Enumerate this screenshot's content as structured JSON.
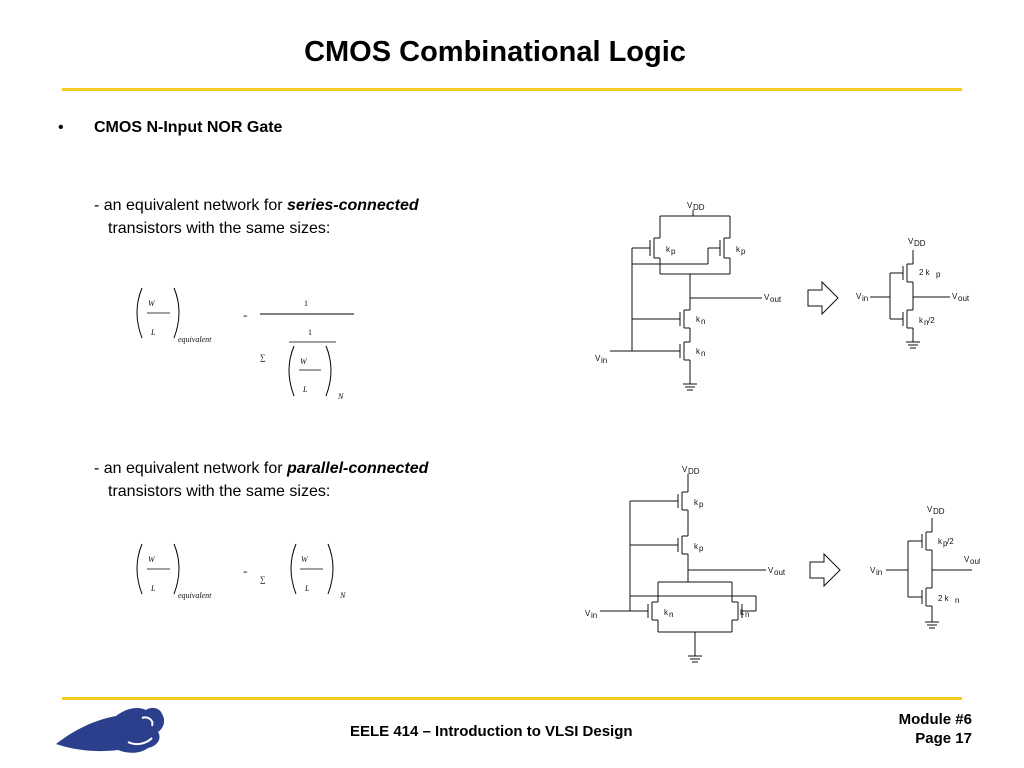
{
  "slide": {
    "title": "CMOS Combinational Logic",
    "bullet_symbol": "•",
    "heading": "CMOS N-Input NOR Gate"
  },
  "series": {
    "prefix": "- an equivalent network for ",
    "emphasis": "series-connected",
    "line2": "transistors with the same sizes:"
  },
  "parallel": {
    "prefix": "- an equivalent network for ",
    "emphasis": "parallel-connected",
    "line2": "transistors with the same sizes:"
  },
  "formula": {
    "W": "W",
    "L": "L",
    "one": "1",
    "equals": "=",
    "sigma": "∑",
    "sub_equivalent": "equivalent",
    "sub_N": "N"
  },
  "circuit_labels": {
    "vdd": "V",
    "vdd_sub": "DD",
    "vin": "V",
    "vin_sub": "in",
    "vout": "V",
    "vout_sub": "out",
    "kp": "k",
    "kp_sub": "p",
    "kn": "k",
    "kn_sub": "n",
    "series_p_equiv": "2 k",
    "series_n_equiv_suffix": "/2",
    "parallel_p_equiv_suffix": "/2",
    "parallel_n_equiv": "2 k"
  },
  "footer": {
    "course": "EELE 414 – Introduction to VLSI Design",
    "module": "Module #6",
    "page": "Page 17"
  },
  "colors": {
    "accent_rule": "#f2cd1f",
    "logo_blue": "#2b3f8c"
  }
}
